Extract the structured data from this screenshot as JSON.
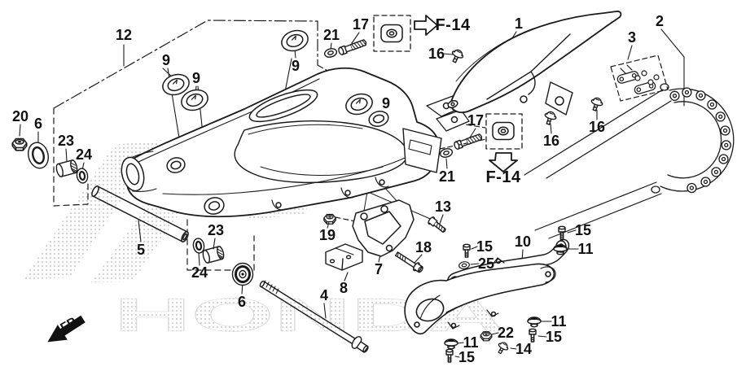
{
  "labels": {
    "l12": "12",
    "l9a": "9",
    "l9b": "9",
    "l9c": "9",
    "l9d": "9",
    "l21a": "21",
    "l17a": "17",
    "l16a": "16",
    "l16b": "16",
    "l16c": "16",
    "l1": "1",
    "l2": "2",
    "l3": "3",
    "l20": "20",
    "l6a": "6",
    "l23a": "23",
    "l24a": "24",
    "l17b": "17",
    "l21b": "21",
    "l5": "5",
    "l23b": "23",
    "l24b": "24",
    "l6b": "6",
    "l19": "19",
    "l13": "13",
    "l7": "7",
    "l8": "8",
    "l18": "18",
    "l4": "4",
    "l15a": "15",
    "l25": "25",
    "l10": "10",
    "l15b": "15",
    "l11a": "11",
    "l11b": "11",
    "l15c": "15",
    "l22": "22",
    "l14": "14",
    "l11c": "11",
    "l15d": "15"
  },
  "cross_refs": {
    "top": "F-14",
    "middle": "F-14"
  },
  "direction_indicator": "FR.",
  "watermark": "HONDA",
  "colors": {
    "line": "#1a1a1a",
    "watermark_dot": "#cfcfcf",
    "background": "#ffffff"
  }
}
